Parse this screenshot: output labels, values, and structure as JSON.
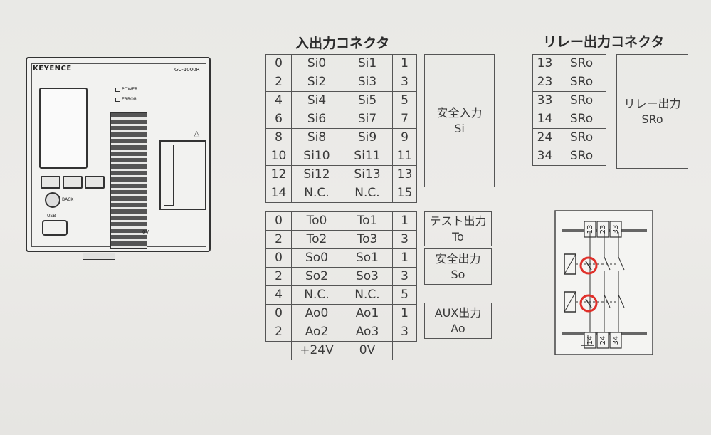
{
  "io_title": "入出力コネクタ",
  "relay_title": "リレー出力コネクタ",
  "device": {
    "brand": "KEYENCE",
    "model": "GC-1000R",
    "led_power": "POWER",
    "led_error": "ERROR",
    "back_label": "BACK",
    "usb_label": "USB",
    "zero_v": "0V"
  },
  "io_table_top": [
    [
      "0",
      "Si0",
      "Si1",
      "1"
    ],
    [
      "2",
      "Si2",
      "Si3",
      "3"
    ],
    [
      "4",
      "Si4",
      "Si5",
      "5"
    ],
    [
      "6",
      "Si6",
      "Si7",
      "7"
    ],
    [
      "8",
      "Si8",
      "Si9",
      "9"
    ],
    [
      "10",
      "Si10",
      "Si11",
      "11"
    ],
    [
      "12",
      "Si12",
      "Si13",
      "13"
    ],
    [
      "14",
      "N.C.",
      "N.C.",
      "15"
    ]
  ],
  "io_table_bottom": [
    [
      "0",
      "To0",
      "To1",
      "1"
    ],
    [
      "2",
      "To2",
      "To3",
      "3"
    ],
    [
      "0",
      "So0",
      "So1",
      "1"
    ],
    [
      "2",
      "So2",
      "So3",
      "3"
    ],
    [
      "4",
      "N.C.",
      "N.C.",
      "5"
    ],
    [
      "0",
      "Ao0",
      "Ao1",
      "1"
    ],
    [
      "2",
      "Ao2",
      "Ao3",
      "3"
    ]
  ],
  "io_table_footer": [
    "+24V",
    "0V"
  ],
  "groups": {
    "safety_input": [
      "安全入力",
      "Si"
    ],
    "test_output": [
      "テスト出力",
      "To"
    ],
    "safety_output": [
      "安全出力",
      "So"
    ],
    "aux_output": [
      "AUX出力",
      "Ao"
    ],
    "relay_output": [
      "リレー出力",
      "SRo"
    ]
  },
  "relay_table": [
    [
      "13",
      "SRo"
    ],
    [
      "23",
      "SRo"
    ],
    [
      "33",
      "SRo"
    ],
    [
      "14",
      "SRo"
    ],
    [
      "24",
      "SRo"
    ],
    [
      "34",
      "SRo"
    ]
  ],
  "relay_diagram": {
    "top_terminals": [
      "13",
      "23",
      "33"
    ],
    "bottom_terminals": [
      "14",
      "24",
      "34"
    ],
    "highlight_color": "#e0302a"
  }
}
